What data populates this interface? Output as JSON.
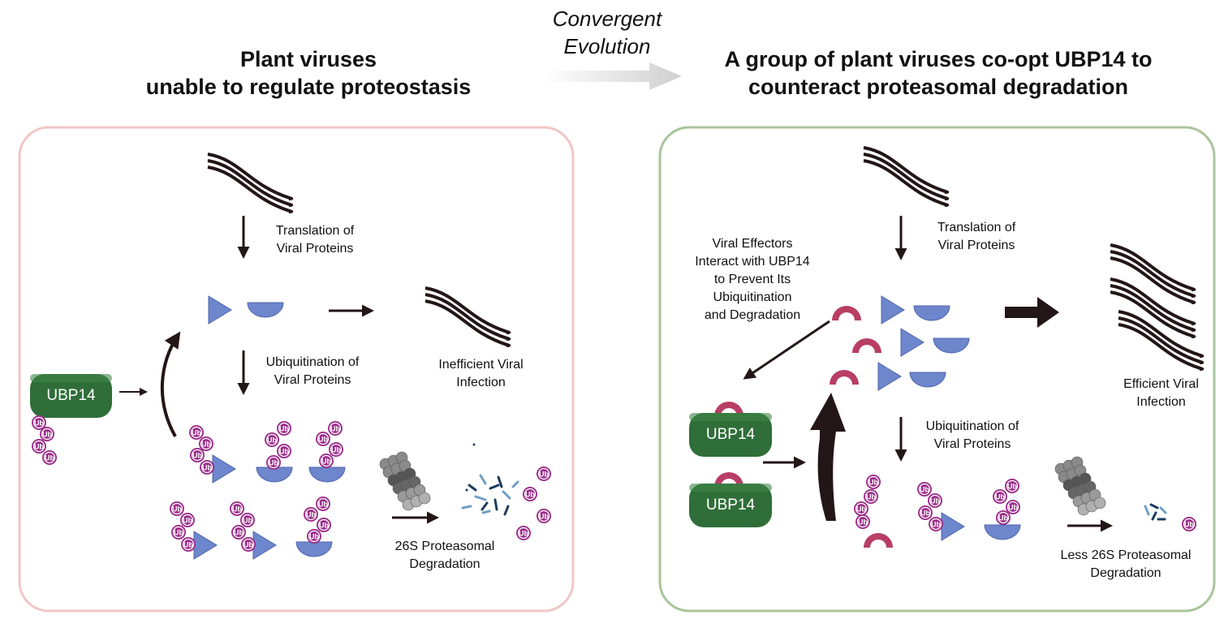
{
  "header": {
    "left_title_line1": "Plant viruses",
    "left_title_line2": "unable to regulate proteostasis",
    "convergent_line1": "Convergent",
    "convergent_line2": "Evolution",
    "right_title_line1": "A group of plant viruses co-opt UBP14 to",
    "right_title_line2": "counteract proteasomal degradation"
  },
  "left_panel": {
    "border_color": "#f2c6c6",
    "translation_line1": "Translation of",
    "translation_line2": "Viral Proteins",
    "ubiquitination_line1": "Ubiquitination of",
    "ubiquitination_line2": "Viral Proteins",
    "outcome_line1": "Inefficient Viral",
    "outcome_line2": "Infection",
    "degradation_line1": "26S Proteasomal",
    "degradation_line2": "Degradation",
    "ubp14_label": "UBP14"
  },
  "right_panel": {
    "border_color": "#a9c59a",
    "effectors_line1": "Viral Effectors",
    "effectors_line2": "Interact with UBP14",
    "effectors_line3": "to Prevent Its",
    "effectors_line4": "Ubiquitination",
    "effectors_line5": "and Degradation",
    "translation_line1": "Translation of",
    "translation_line2": "Viral Proteins",
    "ubiquitination_line1": "Ubiquitination of",
    "ubiquitination_line2": "Viral Proteins",
    "outcome_line1": "Efficient Viral",
    "outcome_line2": "Infection",
    "degradation_line1": "Less 26S Proteasomal",
    "degradation_line2": "Degradation",
    "ubp14_label_top": "UBP14",
    "ubp14_label_bottom": "UBP14"
  },
  "ub_label": "Ub",
  "colors": {
    "protein_blue": "#6e86cc",
    "effector_red": "#b83e64",
    "ubp14_green": "#2f6e38",
    "ub_purple": "#9c2f8a",
    "arrow_dark": "#231616"
  }
}
